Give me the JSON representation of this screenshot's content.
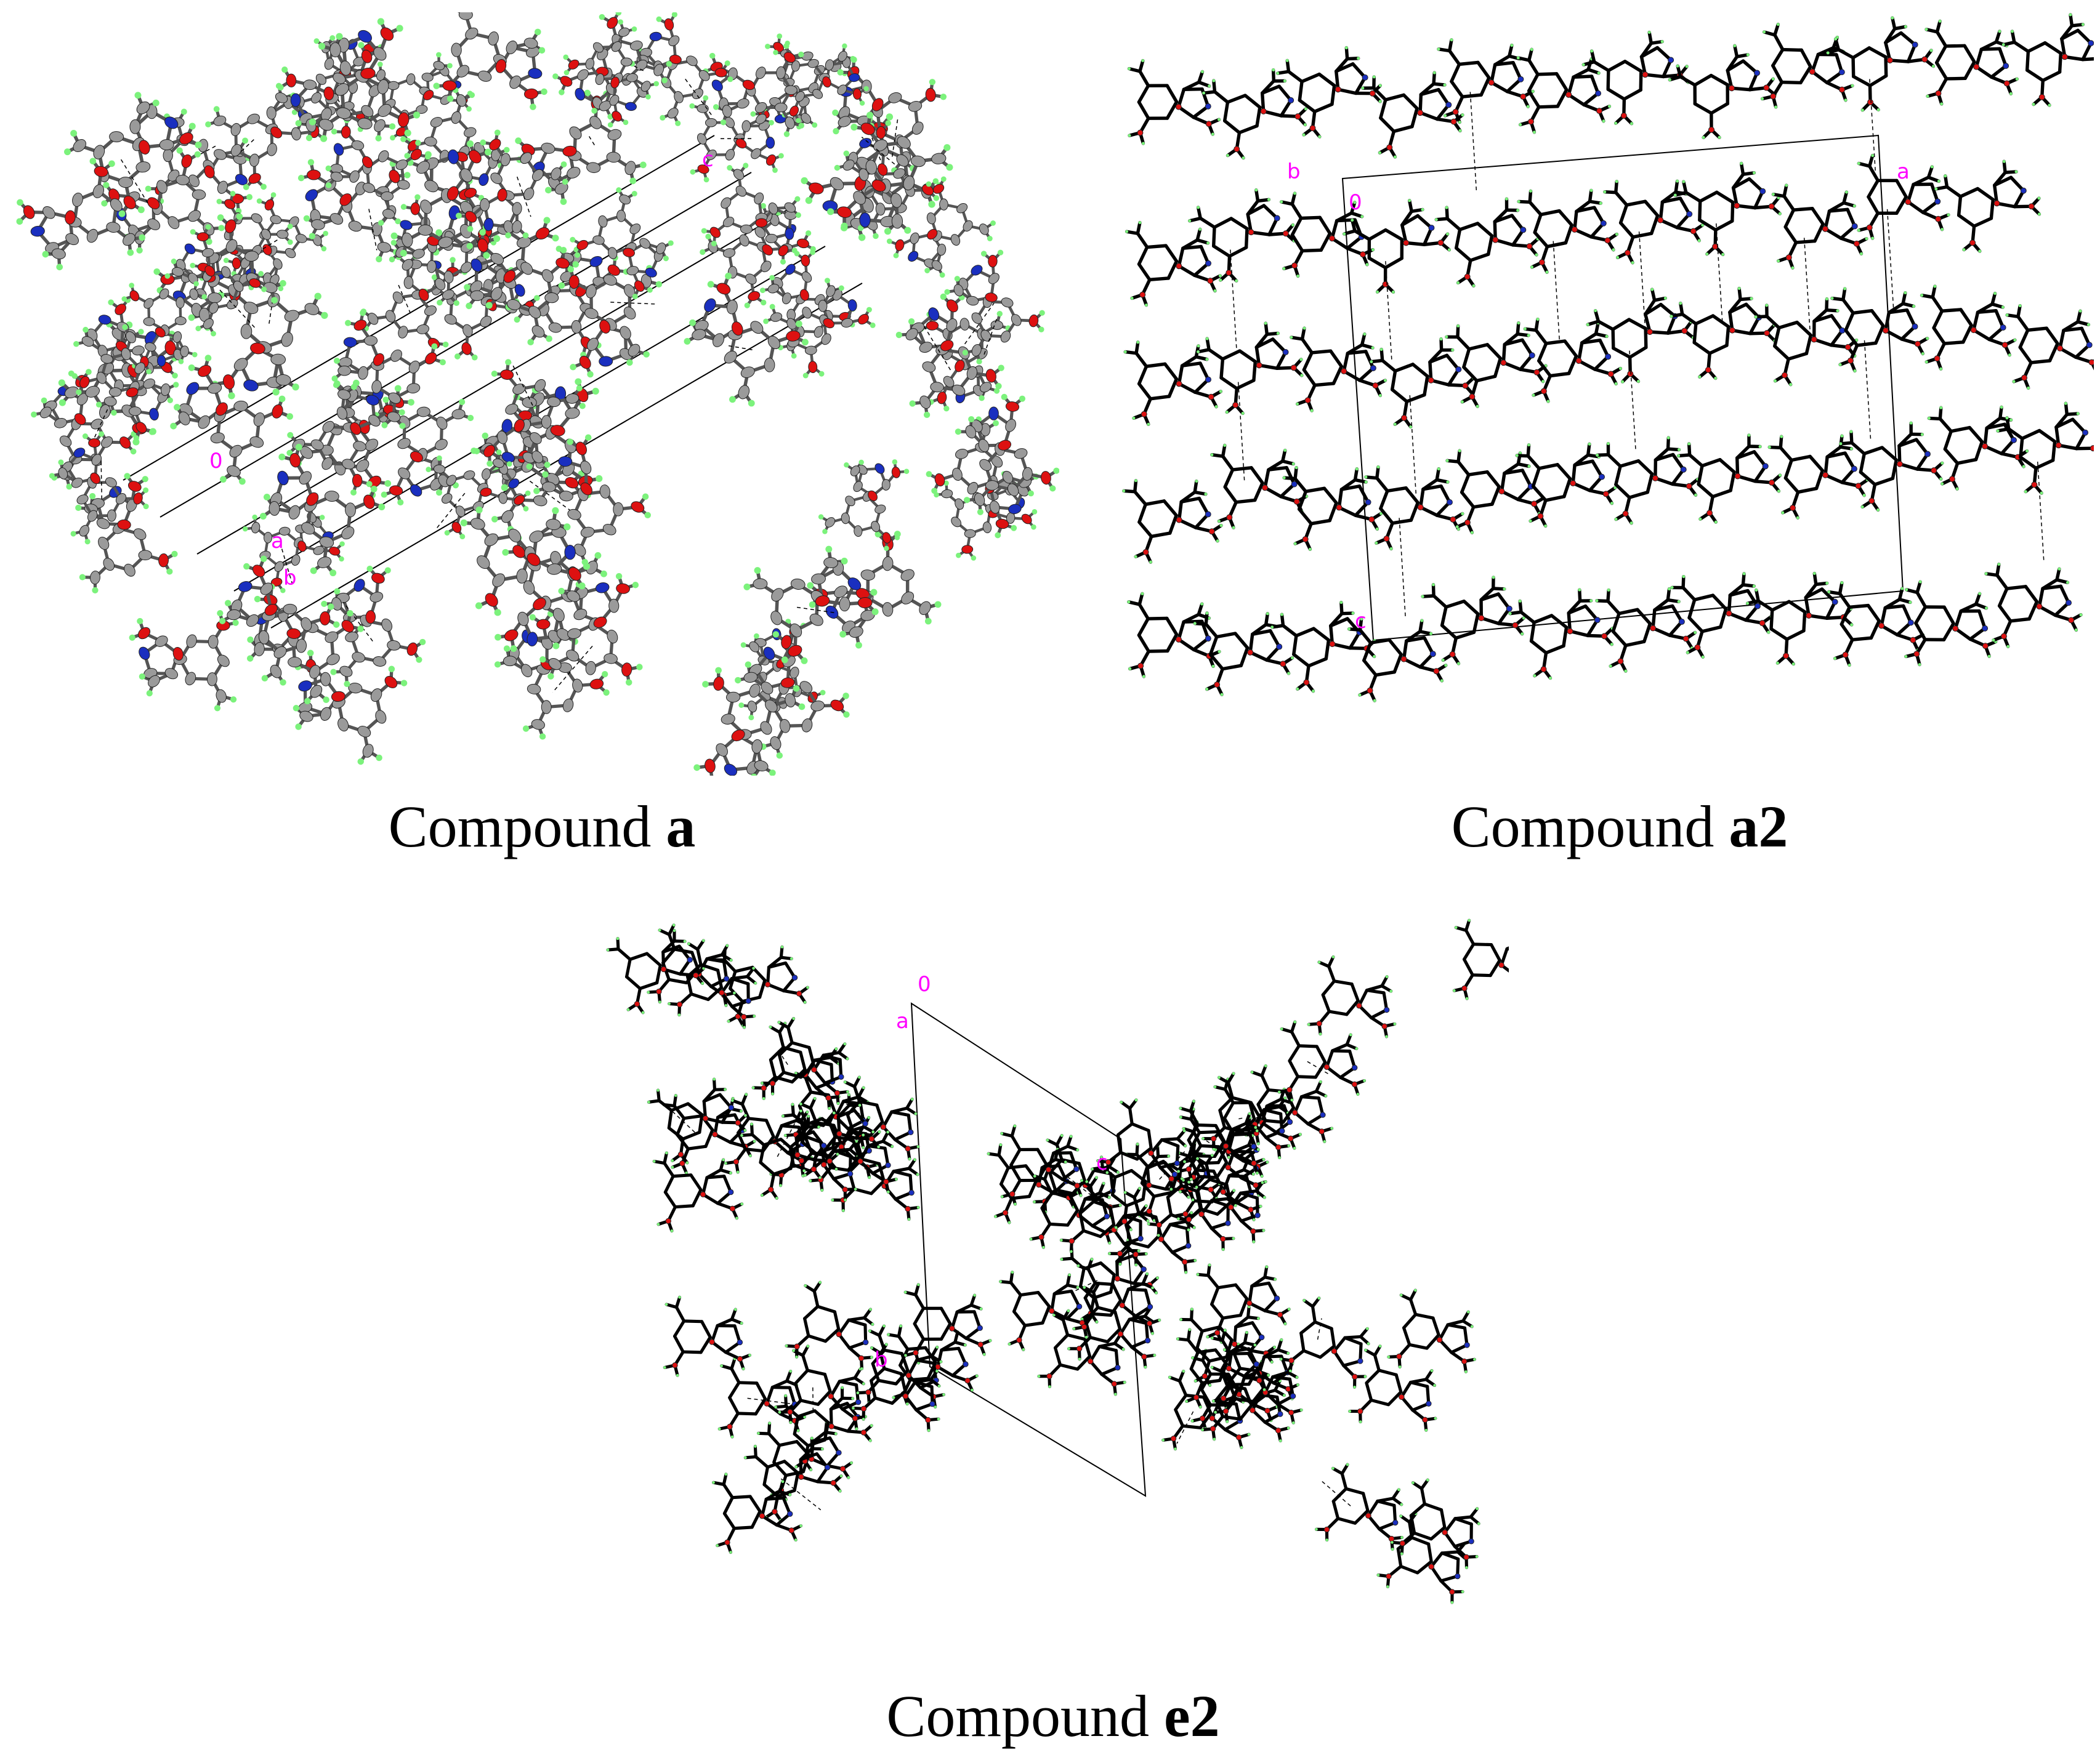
{
  "colors": {
    "carbon": "#9a9a9a",
    "oxygen": "#dd1111",
    "nitrogen": "#1a2fbf",
    "hydrogen": "#7cf27c",
    "bond_thin": "#000000",
    "axis_label": "#ff00ff"
  },
  "panels": [
    {
      "id": "a",
      "caption_prefix": "Compound ",
      "caption_bold": "a",
      "style": "ellipsoid",
      "axis_labels": [
        "c",
        "0",
        "a",
        "b"
      ]
    },
    {
      "id": "a2",
      "caption_prefix": "Compound ",
      "caption_bold": "a2",
      "style": "stick",
      "axis_labels": [
        "b",
        "0",
        "a",
        "c"
      ]
    },
    {
      "id": "e2",
      "caption_prefix": "Compound ",
      "caption_bold": "e2",
      "style": "stick",
      "axis_labels": [
        "0",
        "a",
        "c",
        "b"
      ]
    }
  ]
}
